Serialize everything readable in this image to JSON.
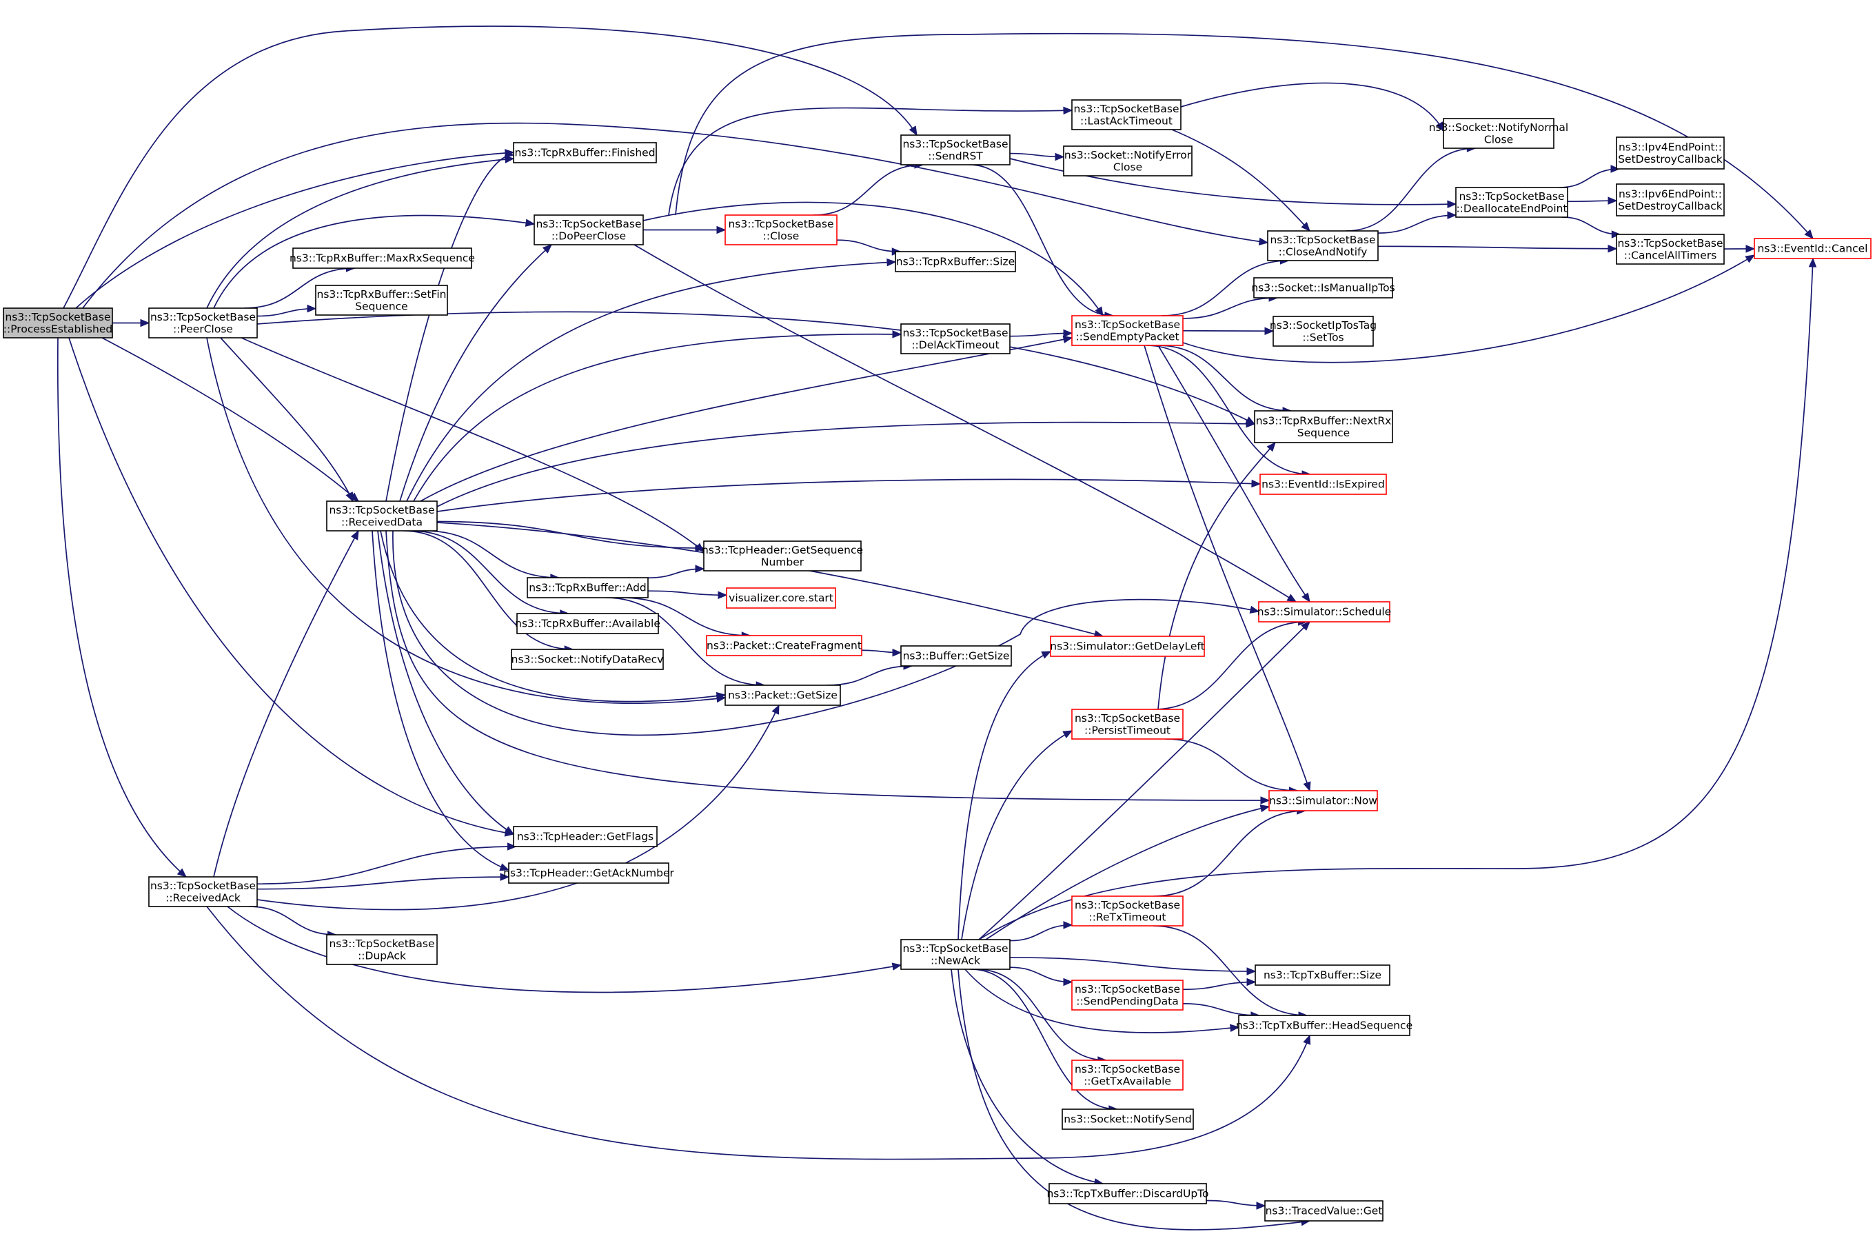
{
  "graph": {
    "edge_color": "#191970",
    "nodes": {
      "pe": {
        "lines": [
          "ns3::TcpSocketBase",
          "::ProcessEstablished"
        ],
        "style": "root"
      },
      "pc": {
        "lines": [
          "ns3::TcpSocketBase",
          "::PeerClose"
        ],
        "style": "normal"
      },
      "ra": {
        "lines": [
          "ns3::TcpSocketBase",
          "::ReceivedAck"
        ],
        "style": "normal"
      },
      "fin": {
        "lines": [
          "ns3::TcpRxBuffer::Finished"
        ],
        "style": "normal"
      },
      "mrs": {
        "lines": [
          "ns3::TcpRxBuffer::MaxRxSequence"
        ],
        "style": "normal"
      },
      "sfs": {
        "lines": [
          "ns3::TcpRxBuffer::SetFin",
          "Sequence"
        ],
        "style": "normal"
      },
      "rd": {
        "lines": [
          "ns3::TcpSocketBase",
          "::ReceivedData"
        ],
        "style": "normal"
      },
      "gf": {
        "lines": [
          "ns3::TcpHeader::GetFlags"
        ],
        "style": "normal"
      },
      "gan": {
        "lines": [
          "ns3::TcpHeader::GetAckNumber"
        ],
        "style": "normal"
      },
      "da": {
        "lines": [
          "ns3::TcpSocketBase",
          "::DupAck"
        ],
        "style": "normal"
      },
      "dpc": {
        "lines": [
          "ns3::TcpSocketBase",
          "::DoPeerClose"
        ],
        "style": "normal"
      },
      "add": {
        "lines": [
          "ns3::TcpRxBuffer::Add"
        ],
        "style": "normal"
      },
      "av": {
        "lines": [
          "ns3::TcpRxBuffer::Available"
        ],
        "style": "normal"
      },
      "ndr": {
        "lines": [
          "ns3::Socket::NotifyDataRecv"
        ],
        "style": "normal"
      },
      "gsn": {
        "lines": [
          "ns3::TcpHeader::GetSequence",
          "Number"
        ],
        "style": "normal"
      },
      "vcs": {
        "lines": [
          "visualizer.core.start"
        ],
        "style": "red"
      },
      "cf": {
        "lines": [
          "ns3::Packet::CreateFragment"
        ],
        "style": "red"
      },
      "pgs": {
        "lines": [
          "ns3::Packet::GetSize"
        ],
        "style": "normal"
      },
      "cl": {
        "lines": [
          "ns3::TcpSocketBase",
          "::Close"
        ],
        "style": "red"
      },
      "srst": {
        "lines": [
          "ns3::TcpSocketBase",
          "::SendRST"
        ],
        "style": "normal"
      },
      "rxs": {
        "lines": [
          "ns3::TcpRxBuffer::Size"
        ],
        "style": "normal"
      },
      "dat": {
        "lines": [
          "ns3::TcpSocketBase",
          "::DelAckTimeout"
        ],
        "style": "normal"
      },
      "bgs": {
        "lines": [
          "ns3::Buffer::GetSize"
        ],
        "style": "normal"
      },
      "na": {
        "lines": [
          "ns3::TcpSocketBase",
          "::NewAck"
        ],
        "style": "normal"
      },
      "lat": {
        "lines": [
          "ns3::TcpSocketBase",
          "::LastAckTimeout"
        ],
        "style": "normal"
      },
      "nec": {
        "lines": [
          "ns3::Socket::NotifyError",
          "Close"
        ],
        "style": "normal"
      },
      "sep": {
        "lines": [
          "ns3::TcpSocketBase",
          "::SendEmptyPacket"
        ],
        "style": "red"
      },
      "gdl": {
        "lines": [
          "ns3::Simulator::GetDelayLeft"
        ],
        "style": "red"
      },
      "pt": {
        "lines": [
          "ns3::TcpSocketBase",
          "::PersistTimeout"
        ],
        "style": "red"
      },
      "rtt": {
        "lines": [
          "ns3::TcpSocketBase",
          "::ReTxTimeout"
        ],
        "style": "red"
      },
      "spd": {
        "lines": [
          "ns3::TcpSocketBase",
          "::SendPendingData"
        ],
        "style": "red"
      },
      "gta": {
        "lines": [
          "ns3::TcpSocketBase",
          "::GetTxAvailable"
        ],
        "style": "red"
      },
      "ns": {
        "lines": [
          "ns3::Socket::NotifySend"
        ],
        "style": "normal"
      },
      "dut": {
        "lines": [
          "ns3::TcpTxBuffer::DiscardUpTo"
        ],
        "style": "normal"
      },
      "can": {
        "lines": [
          "ns3::TcpSocketBase",
          "::CloseAndNotify"
        ],
        "style": "normal"
      },
      "imt": {
        "lines": [
          "ns3::Socket::IsManualIpTos"
        ],
        "style": "normal"
      },
      "stos": {
        "lines": [
          "ns3::SocketIpTosTag",
          "::SetTos"
        ],
        "style": "normal"
      },
      "nrs": {
        "lines": [
          "ns3::TcpRxBuffer::NextRx",
          "Sequence"
        ],
        "style": "normal"
      },
      "iex": {
        "lines": [
          "ns3::EventId::IsExpired"
        ],
        "style": "red"
      },
      "sch": {
        "lines": [
          "ns3::Simulator::Schedule"
        ],
        "style": "red"
      },
      "now": {
        "lines": [
          "ns3::Simulator::Now"
        ],
        "style": "red"
      },
      "txs": {
        "lines": [
          "ns3::TcpTxBuffer::Size"
        ],
        "style": "normal"
      },
      "hs": {
        "lines": [
          "ns3::TcpTxBuffer::HeadSequence"
        ],
        "style": "normal"
      },
      "tvg": {
        "lines": [
          "ns3::TracedValue::Get"
        ],
        "style": "normal"
      },
      "nnc": {
        "lines": [
          "ns3::Socket::NotifyNormal",
          "Close"
        ],
        "style": "normal"
      },
      "dep": {
        "lines": [
          "ns3::TcpSocketBase",
          "::DeallocateEndPoint"
        ],
        "style": "normal"
      },
      "cat": {
        "lines": [
          "ns3::TcpSocketBase",
          "::CancelAllTimers"
        ],
        "style": "normal"
      },
      "i4": {
        "lines": [
          "ns3::Ipv4EndPoint::",
          "SetDestroyCallback"
        ],
        "style": "normal"
      },
      "i6": {
        "lines": [
          "ns3::Ipv6EndPoint::",
          "SetDestroyCallback"
        ],
        "style": "normal"
      },
      "ec": {
        "lines": [
          "ns3::EventId::Cancel"
        ],
        "style": "red"
      }
    }
  }
}
